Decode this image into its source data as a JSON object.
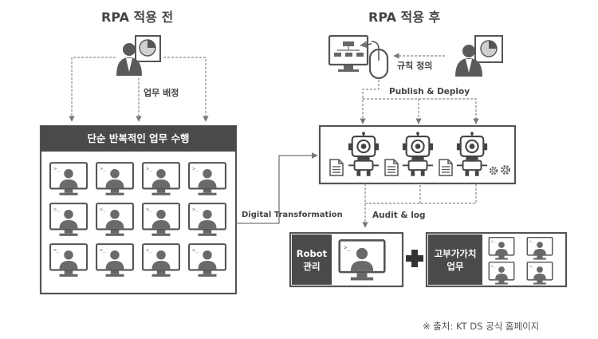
{
  "before": {
    "title": "RPA 적용 전",
    "assign_label": "업무 배정",
    "box_title": "단순 반복적인 업무 수행"
  },
  "after": {
    "title": "RPA 적용 후",
    "rule_label": "규칙 정의",
    "publish_label": "Publish & Deploy",
    "audit_label": "Audit & log",
    "robot_box": "Robot\n관리",
    "value_box": "고부가가치\n업무"
  },
  "transition_label": "Digital Transformation",
  "plus": "+",
  "source": "※ 출처: KT DS 공식 홈페이지",
  "icons": [
    "manager-icon",
    "monitor-worker-icon",
    "robot-icon",
    "document-icon",
    "gear-icon",
    "mouse-icon",
    "chart-icon"
  ],
  "colors": {
    "dark": "#4a4a4a",
    "line": "#888888",
    "accent": "#555555"
  }
}
